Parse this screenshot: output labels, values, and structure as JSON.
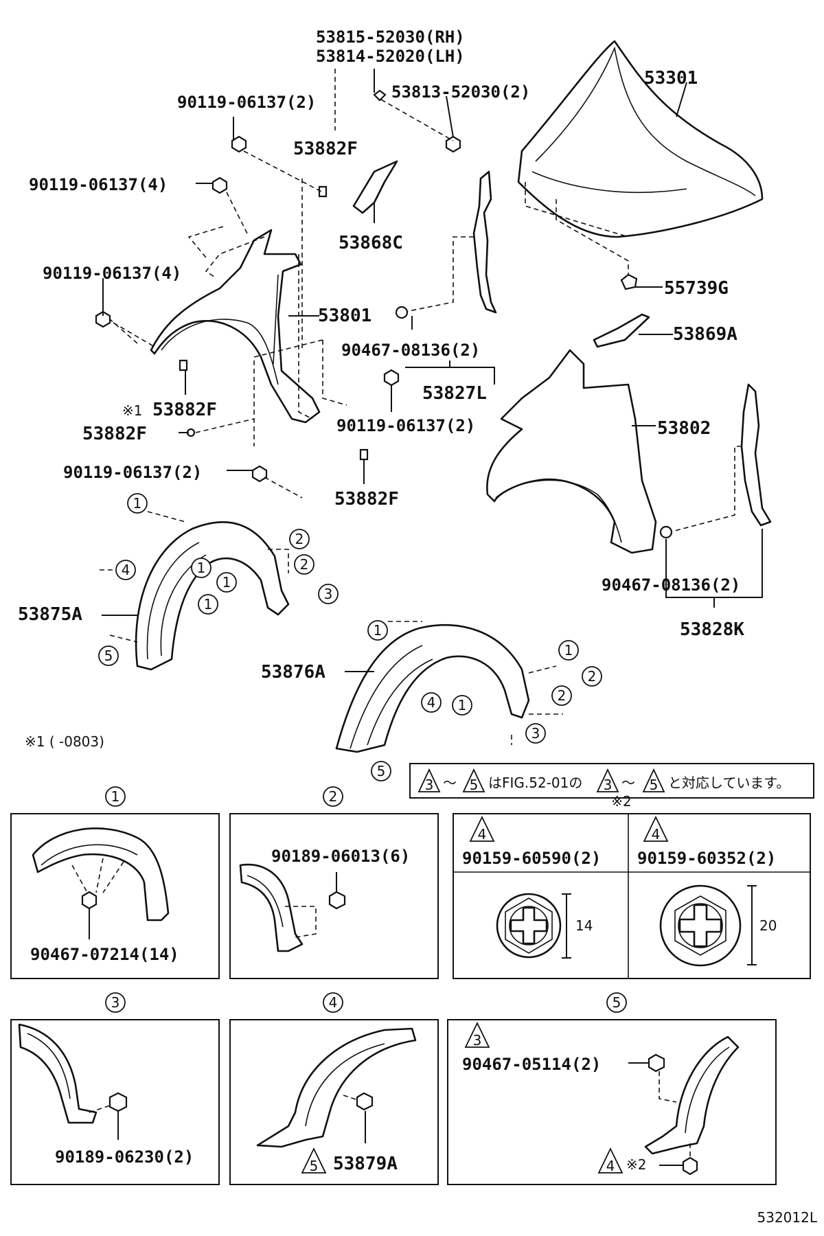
{
  "parts": {
    "p53815": "53815-52030(RH)",
    "p53814": "53814-52020(LH)",
    "p53813": "53813-52030(2)",
    "p53301": "53301",
    "p90119_a": "90119-06137(2)",
    "p53882f_a": "53882F",
    "p90119_b": "90119-06137(4)",
    "p53868c": "53868C",
    "p90119_c": "90119-06137(4)",
    "p53801": "53801",
    "p55739g": "55739G",
    "p53869a": "53869A",
    "p90467_a": "90467-08136(2)",
    "p53827l": "53827L",
    "p53882f_b": "53882F",
    "p53882f_c": "53882F",
    "p90119_d": "90119-06137(2)",
    "p53802": "53802",
    "p90119_e": "90119-06137(2)",
    "p53882f_d": "53882F",
    "p53875a": "53875A",
    "p90467_b": "90467-08136(2)",
    "p53828k": "53828K",
    "p53876a": "53876A",
    "p90189_a": "90189-06013(6)",
    "p90159_a": "90159-60590(2)",
    "p90159_b": "90159-60352(2)",
    "p90467_c": "90467-07214(14)",
    "p90189_b": "90189-06230(2)",
    "p53879a": "53879A",
    "p90467_d": "90467-05114(2)"
  },
  "marks": {
    "ref1": "※1",
    "ref2": "※2",
    "c1": "1",
    "c2": "2",
    "c3": "3",
    "c4": "4",
    "c5": "5",
    "t3": "3",
    "t4": "4",
    "t5": "5"
  },
  "notes": {
    "footnote1": "※1 (        -0803)",
    "cross_ref_mid1": "〜",
    "cross_ref_mid2": "はFIG.52-01の",
    "cross_ref_mid3": "〜",
    "cross_ref_end": "と対応しています。",
    "dim14": "14",
    "dim20": "20",
    "figure_code": "532012L"
  }
}
